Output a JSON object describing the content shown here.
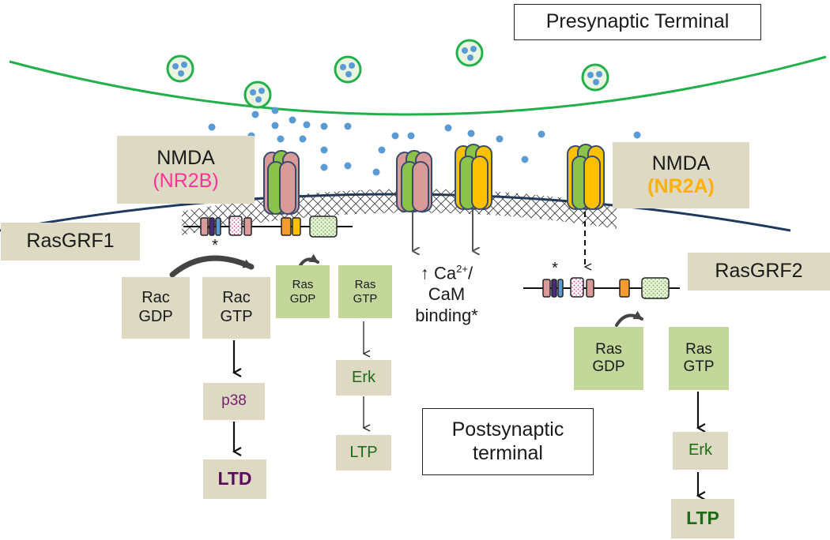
{
  "labels": {
    "presynaptic": "Presynaptic Terminal",
    "postsynaptic_line1": "Postsynaptic",
    "postsynaptic_line2": "terminal",
    "nmda_left": "NMDA",
    "nmda_left_subunit": "(NR2B)",
    "nmda_right": "NMDA",
    "nmda_right_subunit": "(NR2A)",
    "rasgrf1": "RasGRF1",
    "rasgrf2": "RasGRF2",
    "star": "*",
    "calcium_arrow": "↑ Ca",
    "calcium_sup": "2+",
    "calcium_slash": "/",
    "cam": "CaM",
    "binding": "binding*"
  },
  "pathway_left": {
    "rac_gdp": [
      "Rac",
      "GDP"
    ],
    "rac_gtp": [
      "Rac",
      "GTP"
    ],
    "p38": "p38",
    "ltd": "LTD"
  },
  "pathway_middle": {
    "ras_gdp": [
      "Ras",
      "GDP"
    ],
    "ras_gtp": [
      "Ras",
      "GTP"
    ],
    "erk": "Erk",
    "ltp": "LTP"
  },
  "pathway_right": {
    "ras_gdp": [
      "Ras",
      "GDP"
    ],
    "ras_gtp": [
      "Ras",
      "GTP"
    ],
    "erk": "Erk",
    "ltp": "LTP"
  },
  "colors": {
    "membrane_pre": "#22b04b",
    "membrane_post": "#1f3a5f",
    "vesicle_fill": "#e9f5e1",
    "neurotransmitter": "#5b9bd5",
    "nr1_subunit": "#8bc34a",
    "nr2b_subunit": "#d99a9a",
    "nr2a_subunit": "#ffc000",
    "nr2b_text": "#ff3399",
    "nr2a_text": "#ffb000",
    "tan_box": "#ddd9c3",
    "green_box": "#c4d79b",
    "erk_ltp_text": "#1e6a18",
    "p38_text": "#7a2070",
    "ltd_text": "#5b0a5c"
  }
}
